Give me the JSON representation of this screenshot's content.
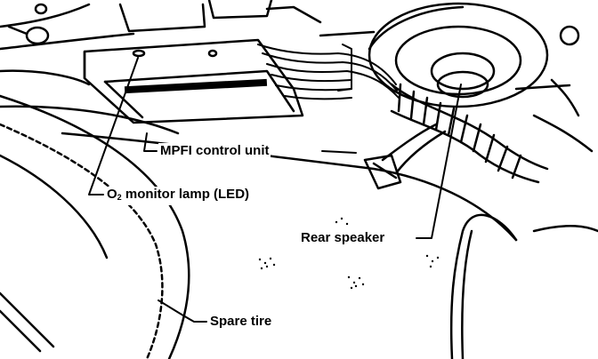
{
  "labels": {
    "mpfi_control_unit": "MPFI control unit",
    "o2_prefix": "O",
    "o2_subscript": "2",
    "o2_suffix": " monitor lamp (LED)",
    "rear_speaker": "Rear speaker",
    "spare_tire": "Spare tire"
  }
}
